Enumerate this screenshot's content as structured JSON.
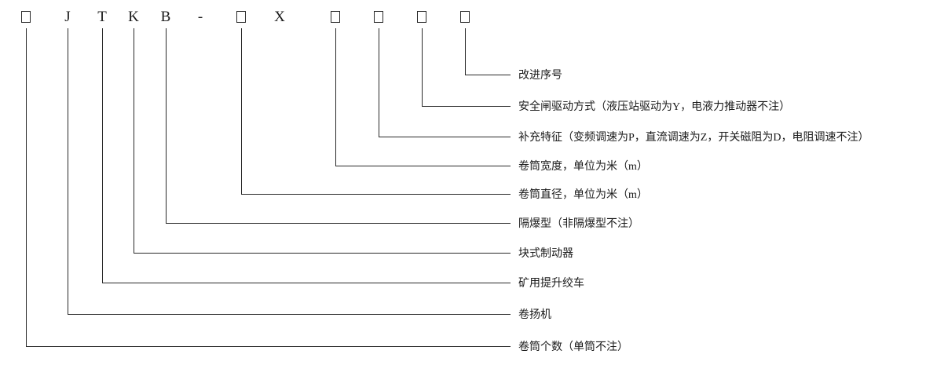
{
  "diagram": {
    "code_chars": [
      "□",
      "J",
      "T",
      "K",
      "B",
      "-",
      "□",
      "X",
      "□",
      "□",
      "□",
      "□"
    ],
    "items": [
      {
        "char_index": 11,
        "label": "改进序号"
      },
      {
        "char_index": 10,
        "label": "安全闸驱动方式（液压站驱动为Y，电液力推动器不注）"
      },
      {
        "char_index": 9,
        "label": "补充特征（变频调速为P，直流调速为Z，开关磁阻为D，电阻调速不注）"
      },
      {
        "char_index": 8,
        "label": "卷筒宽度，单位为米（m）"
      },
      {
        "char_index": 6,
        "label": "卷筒直径，单位为米（m）"
      },
      {
        "char_index": 4,
        "label": "隔爆型（非隔爆型不注）"
      },
      {
        "char_index": 3,
        "label": "块式制动器"
      },
      {
        "char_index": 2,
        "label": "矿用提升绞车"
      },
      {
        "char_index": 1,
        "label": "卷扬机"
      },
      {
        "char_index": 0,
        "label": "卷筒个数（单筒不注）"
      }
    ],
    "line_color": "#2a2a2a"
  }
}
